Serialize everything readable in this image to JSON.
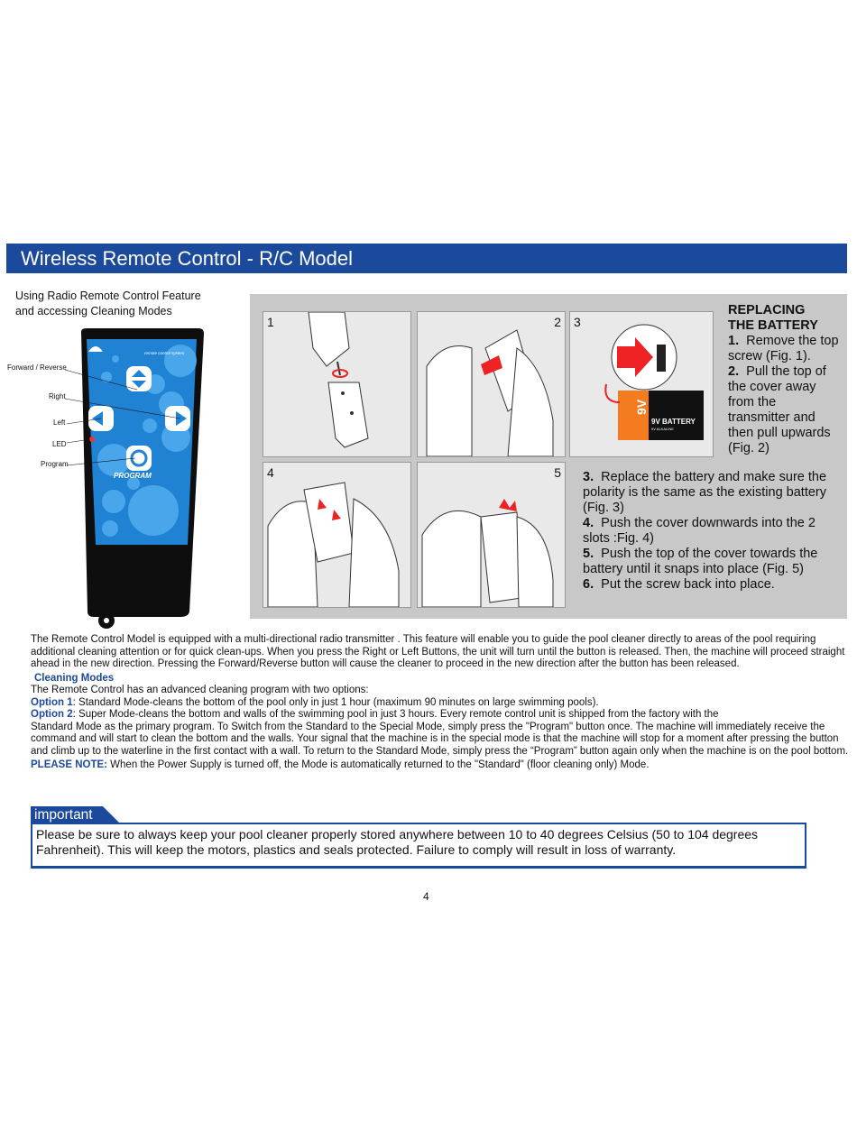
{
  "header": {
    "title": "Wireless Remote Control - R/C Model"
  },
  "intro": {
    "line1": "Using Radio Remote Control Feature",
    "line2": "and accessing Cleaning Modes"
  },
  "remote": {
    "brand_text": "remote control system",
    "program_text": "PROGRAM",
    "labels": {
      "forward_reverse": "Forward / Reverse",
      "right": "Right",
      "left": "Left",
      "led": "LED",
      "program": "Program"
    }
  },
  "figures": [
    {
      "num": "1"
    },
    {
      "num": "2"
    },
    {
      "num": "3"
    },
    {
      "num": "4"
    },
    {
      "num": "5"
    }
  ],
  "battery": {
    "label": "9V BATTERY",
    "sub": "9V ALKALINE",
    "side": "9V"
  },
  "replacing": {
    "title_line1": "REPLACING",
    "title_line2": "THE BATTERY",
    "steps": [
      {
        "n": "1.",
        "text": "Remove the top screw (Fig. 1)."
      },
      {
        "n": "2.",
        "text": "Pull the top of the cover away from the transmitter and then pull upwards (Fig. 2)"
      },
      {
        "n": "3.",
        "text": "Replace the battery and make sure the polarity is the same as the existing battery (Fig. 3)"
      },
      {
        "n": "4.",
        "text": "Push the cover downwards into the 2 slots :Fig. 4)"
      },
      {
        "n": "5.",
        "text": "Push the top of the cover towards the battery until it snaps into place (Fig. 5)"
      },
      {
        "n": "6.",
        "text": "Put the screw back into place."
      }
    ]
  },
  "body": {
    "para1": "The Remote Control Model is equipped with a multi-directional radio transmitter . This feature will enable you to guide the pool cleaner directly to areas of the pool requiring additional cleaning attention or for quick clean-ups. When you press the Right or Left Buttons, the unit will turn until the button is released. Then, the machine will proceed straight ahead in the new direction. Pressing the Forward/Reverse button will cause the cleaner to proceed in the new direction after the button has been released.",
    "cleaning_heading": "Cleaning Modes",
    "cleaning_intro": "The Remote Control has an advanced cleaning program with two options:",
    "option1_label": "Option 1",
    "option1_text": ": Standard Mode-cleans the bottom of the pool only in just 1 hour (maximum 90 minutes on large swimming pools).",
    "option2_label": "Option 2",
    "option2_text": ": Super Mode-cleans the bottom and walls of the swimming pool in just 3 hours. Every remote control unit is shipped from the factory with the",
    "option2_cont": "Standard Mode as the primary program. To Switch from the Standard to the Special Mode, simply press the \"Program\" button once. The machine will immediately receive the command and will start to clean the bottom and the walls. Your signal that the machine is in the special mode is that the machine will stop for a moment after pressing the button and climb up to the waterline in the first contact with a wall.  To return to the Standard Mode, simply press the “Program” button again only when the machine is on the pool bottom.",
    "note_label": "PLEASE NOTE:",
    "note_text": " When the Power Supply is turned off, the Mode is automatically returned to the \"Standard\" (floor cleaning only) Mode."
  },
  "important": {
    "label": "important",
    "text": "Please be sure to always keep your pool cleaner properly stored anywhere between 10 to 40 degrees Celsius (50 to 104 degrees Fahrenheit). This will keep the motors, plastics and seals protected. Failure to comply will result in loss of warranty."
  },
  "footer": {
    "page": "4"
  },
  "colors": {
    "brand_blue": "#1b4a9c",
    "remote_blue": "#1f82d2",
    "panel_gray": "#c8c8c8"
  }
}
